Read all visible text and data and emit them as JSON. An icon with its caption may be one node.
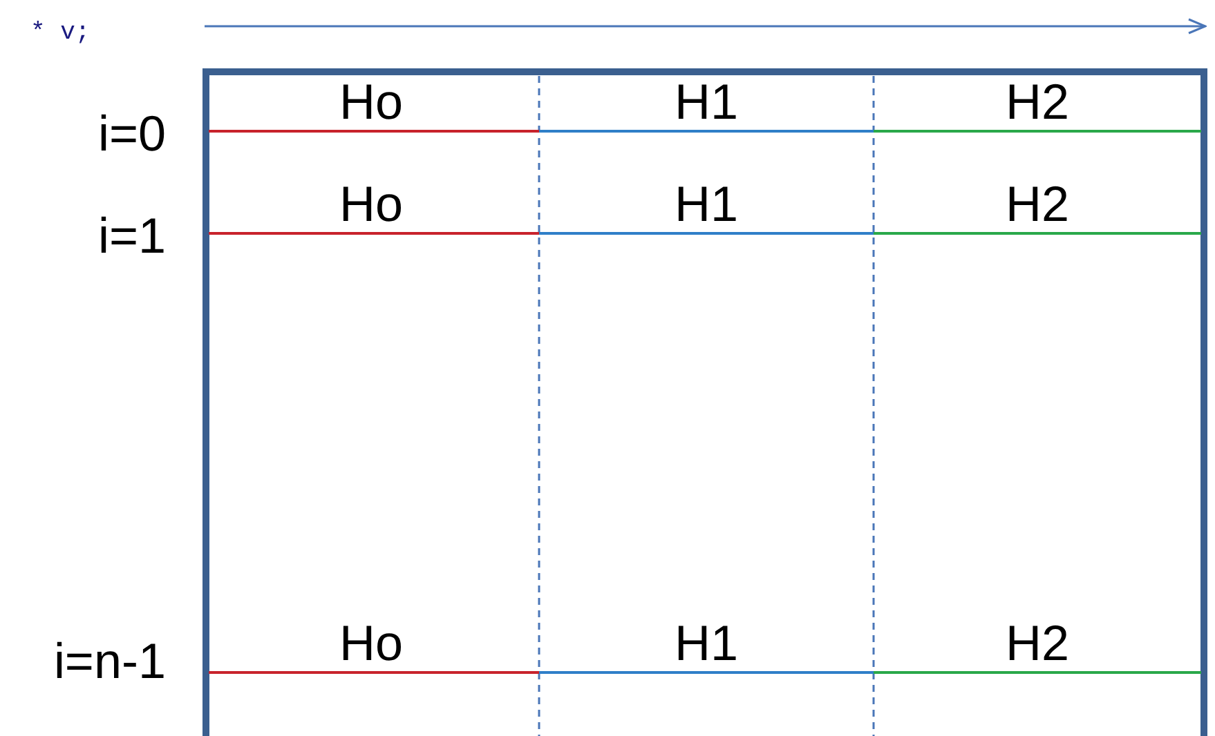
{
  "diagram": {
    "labels": [
      "* v;",
      "i=0",
      "Ho",
      "H1",
      "H2",
      "i=1",
      "Ho",
      "H1",
      "H2",
      "i=n-1",
      "Ho",
      "H1",
      "H2"
    ]
  }
}
